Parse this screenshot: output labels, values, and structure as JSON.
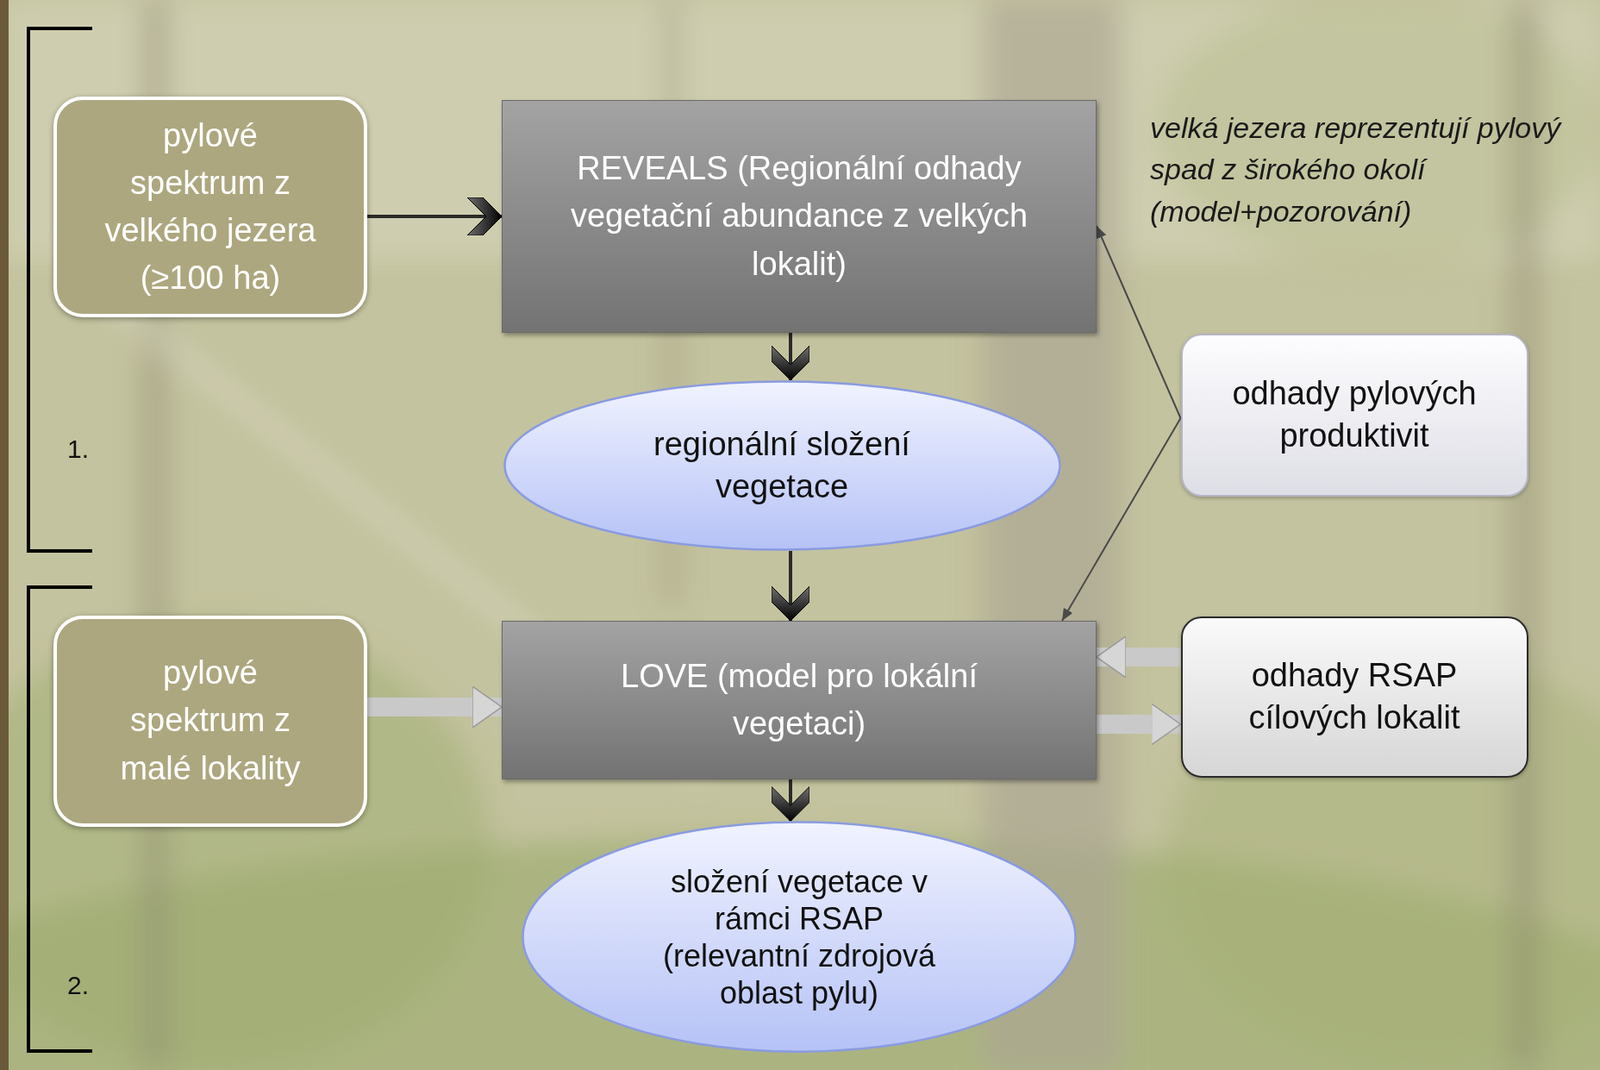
{
  "diagram": {
    "nodes": [
      {
        "text": [
          "pylové spektrum z velkého jezera (≥100 ha)"
        ]
      },
      {
        "text": [
          "REVEALS (Regionální odhady vegetační abundance z velkých lokalit)"
        ]
      },
      {
        "text": [
          "regionální složení vegetace"
        ]
      },
      {
        "text": [
          "odhady pylových produktivit"
        ]
      },
      {
        "text": [
          "pylové spektrum z malé lokality"
        ]
      },
      {
        "text": [
          "LOVE (model pro lokální vegetaci)"
        ]
      },
      {
        "text": [
          "odhady RSAP cílových lokalit"
        ]
      },
      {
        "text": [
          "složení vegetace v rámci RSAP (relevantní zdrojová oblast pylu)"
        ]
      }
    ],
    "edges": [
      {
        "from": 0,
        "to": 1,
        "arrow": "to"
      },
      {
        "from": 1,
        "to": 2,
        "arrow": "to"
      },
      {
        "from": 2,
        "to": 5,
        "arrow": "to"
      },
      {
        "from": 5,
        "to": 7,
        "arrow": "to"
      },
      {
        "from": 4,
        "to": 5,
        "arrow": "to"
      },
      {
        "from": 3,
        "to": 1,
        "arrow": "to"
      },
      {
        "from": 3,
        "to": 5,
        "arrow": "to"
      },
      {
        "from": 6,
        "to": 5,
        "arrow": "to"
      },
      {
        "from": 5,
        "to": 6,
        "arrow": "to"
      }
    ],
    "labels": [
      "velká jezera reprezentují pylový spad z širokého okolí (model+pozorování)",
      "1.",
      "2."
    ]
  }
}
